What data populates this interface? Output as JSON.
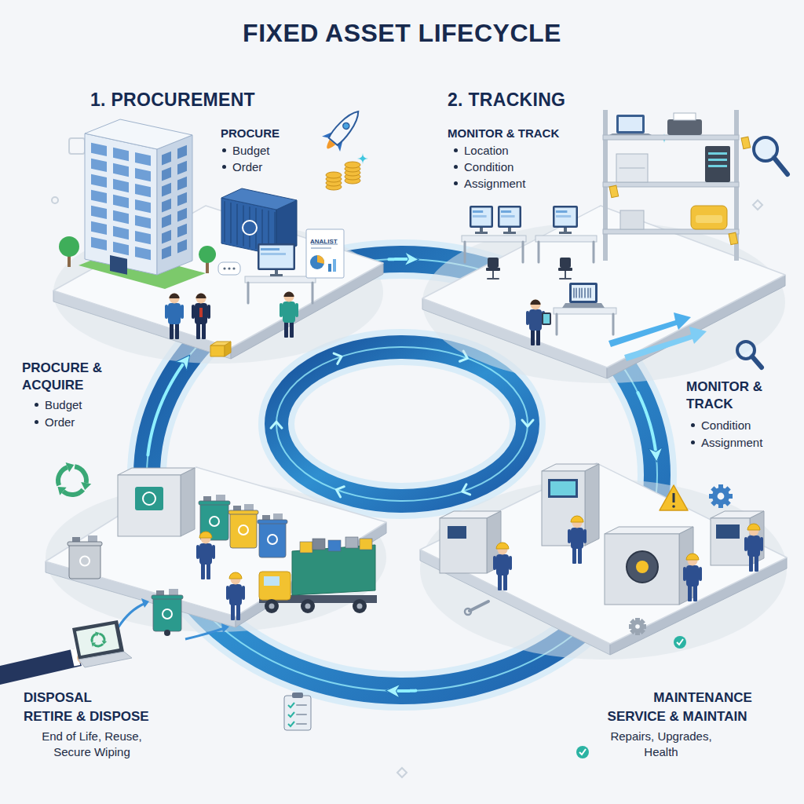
{
  "diagram": {
    "title": "FIXED ASSET LIFECYCLE",
    "nodes": [
      {
        "text": [
          "1. PROCUREMENT",
          "PROCURE",
          "Budget",
          "Order"
        ]
      },
      {
        "text": [
          "2. TRACKING",
          "MONITOR & TRACK",
          "Location",
          "Condition",
          "Assignment"
        ]
      },
      {
        "text": [
          "MAINTENANCE",
          "SERVICE & MAINTAIN",
          "Repairs, Upgrades, Health"
        ]
      },
      {
        "text": [
          "DISPOSAL",
          "RETIRE & DISPOSE",
          "End of Life, Reuse, Secure Wiping"
        ]
      }
    ],
    "edges": [
      {
        "from": 0,
        "to": 1,
        "arrow": "to"
      },
      {
        "from": 1,
        "to": 2,
        "arrow": "to"
      },
      {
        "from": 2,
        "to": 3,
        "arrow": "to"
      },
      {
        "from": 3,
        "to": 0,
        "arrow": "to"
      }
    ],
    "labels": [
      "ANALIST",
      "PROCURE & ACQUIRE",
      "Budget",
      "Order",
      "MONITOR & TRACK",
      "Condition",
      "Assignment"
    ]
  }
}
